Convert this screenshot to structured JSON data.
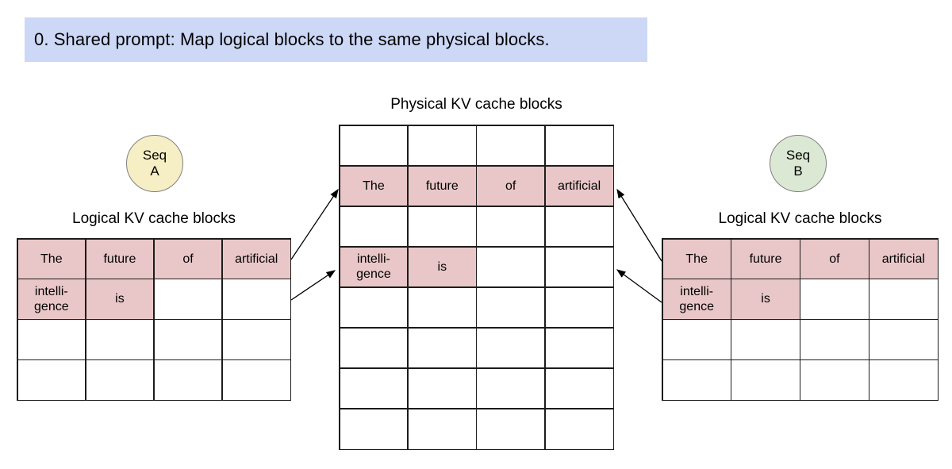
{
  "colors": {
    "banner_bg": "#ccd8f6",
    "highlight": "#e9c7c8",
    "seq_a_bg": "#f6eec4",
    "seq_b_bg": "#dbe8d3",
    "grid_line": "#1c1c1c",
    "circle_border": "#808080",
    "arrow": "#000000"
  },
  "banner": {
    "text": "0. Shared prompt: Map logical blocks to the same physical blocks."
  },
  "physical": {
    "title": "Physical KV cache blocks",
    "rows": [
      [
        {
          "t": "",
          "hl": false
        },
        {
          "t": "",
          "hl": false
        },
        {
          "t": "",
          "hl": false
        },
        {
          "t": "",
          "hl": false
        }
      ],
      [
        {
          "t": "The",
          "hl": true
        },
        {
          "t": "future",
          "hl": true
        },
        {
          "t": "of",
          "hl": true
        },
        {
          "t": "artificial",
          "hl": true
        }
      ],
      [
        {
          "t": "",
          "hl": false
        },
        {
          "t": "",
          "hl": false
        },
        {
          "t": "",
          "hl": false
        },
        {
          "t": "",
          "hl": false
        }
      ],
      [
        {
          "t": "intelli-\ngence",
          "hl": true
        },
        {
          "t": "is",
          "hl": true
        },
        {
          "t": "",
          "hl": false
        },
        {
          "t": "",
          "hl": false
        }
      ],
      [
        {
          "t": "",
          "hl": false
        },
        {
          "t": "",
          "hl": false
        },
        {
          "t": "",
          "hl": false
        },
        {
          "t": "",
          "hl": false
        }
      ],
      [
        {
          "t": "",
          "hl": false
        },
        {
          "t": "",
          "hl": false
        },
        {
          "t": "",
          "hl": false
        },
        {
          "t": "",
          "hl": false
        }
      ],
      [
        {
          "t": "",
          "hl": false
        },
        {
          "t": "",
          "hl": false
        },
        {
          "t": "",
          "hl": false
        },
        {
          "t": "",
          "hl": false
        }
      ],
      [
        {
          "t": "",
          "hl": false
        },
        {
          "t": "",
          "hl": false
        },
        {
          "t": "",
          "hl": false
        },
        {
          "t": "",
          "hl": false
        }
      ]
    ]
  },
  "seq_a": {
    "label": "Seq\nA"
  },
  "seq_b": {
    "label": "Seq\nB"
  },
  "left": {
    "title": "Logical KV cache blocks",
    "rows": [
      [
        {
          "t": "The",
          "hl": true
        },
        {
          "t": "future",
          "hl": true
        },
        {
          "t": "of",
          "hl": true
        },
        {
          "t": "artificial",
          "hl": true
        }
      ],
      [
        {
          "t": "intelli-\ngence",
          "hl": true
        },
        {
          "t": "is",
          "hl": true
        },
        {
          "t": "",
          "hl": false
        },
        {
          "t": "",
          "hl": false
        }
      ],
      [
        {
          "t": "",
          "hl": false
        },
        {
          "t": "",
          "hl": false
        },
        {
          "t": "",
          "hl": false
        },
        {
          "t": "",
          "hl": false
        }
      ],
      [
        {
          "t": "",
          "hl": false
        },
        {
          "t": "",
          "hl": false
        },
        {
          "t": "",
          "hl": false
        },
        {
          "t": "",
          "hl": false
        }
      ]
    ]
  },
  "right": {
    "title": "Logical KV cache blocks",
    "rows": [
      [
        {
          "t": "The",
          "hl": true
        },
        {
          "t": "future",
          "hl": true
        },
        {
          "t": "of",
          "hl": true
        },
        {
          "t": "artificial",
          "hl": true
        }
      ],
      [
        {
          "t": "intelli-\ngence",
          "hl": true
        },
        {
          "t": "is",
          "hl": true
        },
        {
          "t": "",
          "hl": false
        },
        {
          "t": "",
          "hl": false
        }
      ],
      [
        {
          "t": "",
          "hl": false
        },
        {
          "t": "",
          "hl": false
        },
        {
          "t": "",
          "hl": false
        },
        {
          "t": "",
          "hl": false
        }
      ],
      [
        {
          "t": "",
          "hl": false
        },
        {
          "t": "",
          "hl": false
        },
        {
          "t": "",
          "hl": false
        },
        {
          "t": "",
          "hl": false
        }
      ]
    ]
  }
}
